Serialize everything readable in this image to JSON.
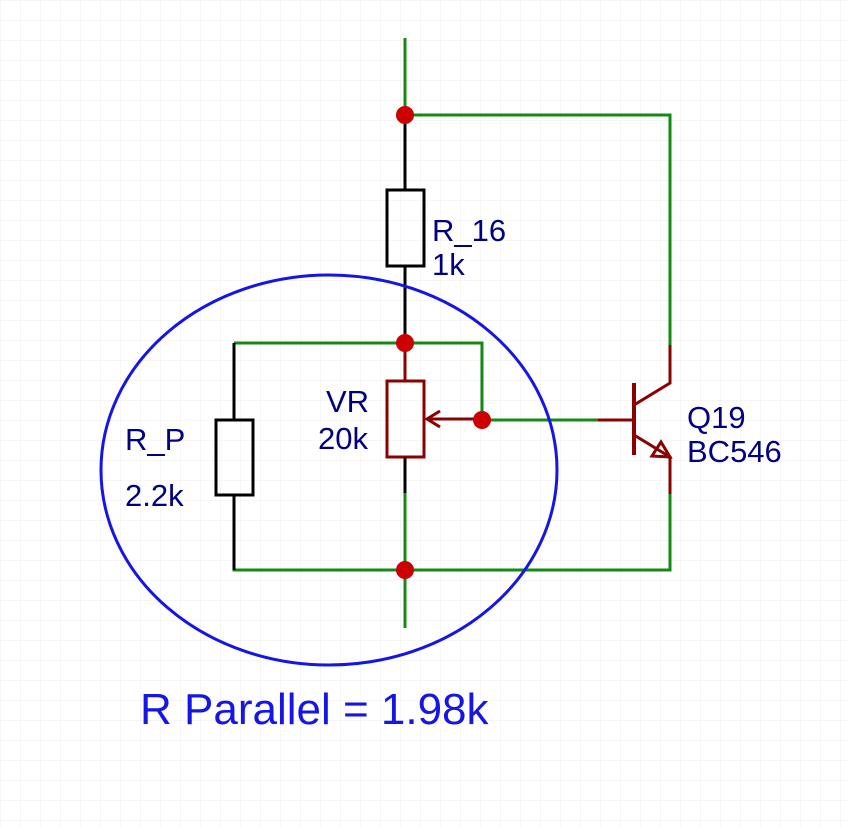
{
  "components": {
    "r16": {
      "name": "R_16",
      "value": "1k"
    },
    "rp": {
      "name": "R_P",
      "value": "2.2k"
    },
    "vr": {
      "name": "VR",
      "value": "20k"
    },
    "q19": {
      "name": "Q19",
      "value": "BC546"
    }
  },
  "annotation": {
    "text": "R Parallel = 1.98k"
  },
  "colors": {
    "wire": "#138a13",
    "component": "#000000",
    "transistor": "#8b0000",
    "junction": "#cc0000",
    "label": "#000080",
    "highlight": "#1515e6",
    "grid": "#ececec"
  }
}
